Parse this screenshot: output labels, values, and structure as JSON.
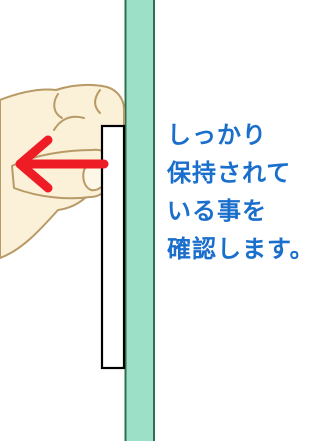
{
  "caption": {
    "lines": [
      "しっかり",
      "保持されて",
      "いる事を",
      "確認します。"
    ]
  },
  "colors": {
    "caption": "#1a6fcc",
    "glass_panel_fill": "#9de0c8",
    "glass_panel_edge": "#2f6f4f",
    "hand_skin": "#fbf0d8",
    "hand_outline": "#b89a66",
    "arrow": "#ee1c24",
    "object_outline": "#000000"
  },
  "icons": {
    "hand": "hand-pinching-icon",
    "arrow": "arrow-left-icon"
  }
}
